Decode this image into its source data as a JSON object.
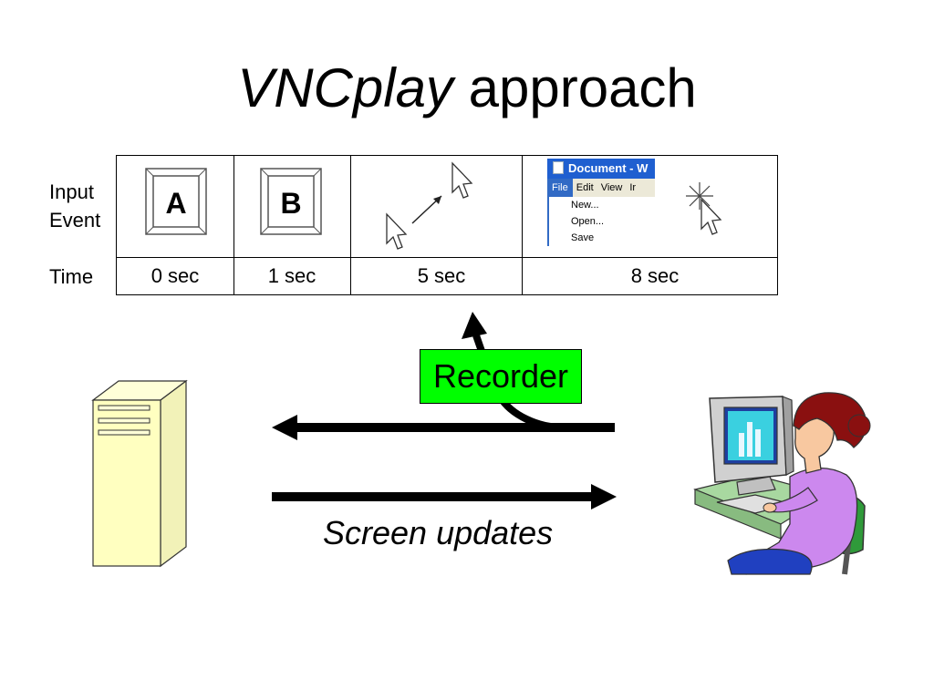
{
  "slide": {
    "title_emphasis": "VNCplay",
    "title_rest": " approach"
  },
  "table": {
    "row_labels": {
      "input_event": "Input\nEvent",
      "time": "Time"
    },
    "times": [
      "0 sec",
      "1 sec",
      "5 sec",
      "8 sec"
    ],
    "keys": [
      "A",
      "B"
    ],
    "window": {
      "title": "Document - W",
      "menu": [
        "File",
        "Edit",
        "View",
        "Ir"
      ],
      "items": [
        "New...",
        "Open...",
        "Save"
      ]
    }
  },
  "diagram": {
    "recorder_label": "Recorder",
    "screen_updates_label": "Screen updates"
  },
  "colors": {
    "recorder_fill": "#00ff00",
    "server_fill": "#ffffc0",
    "window_title_bar": "#1f5fd0"
  }
}
